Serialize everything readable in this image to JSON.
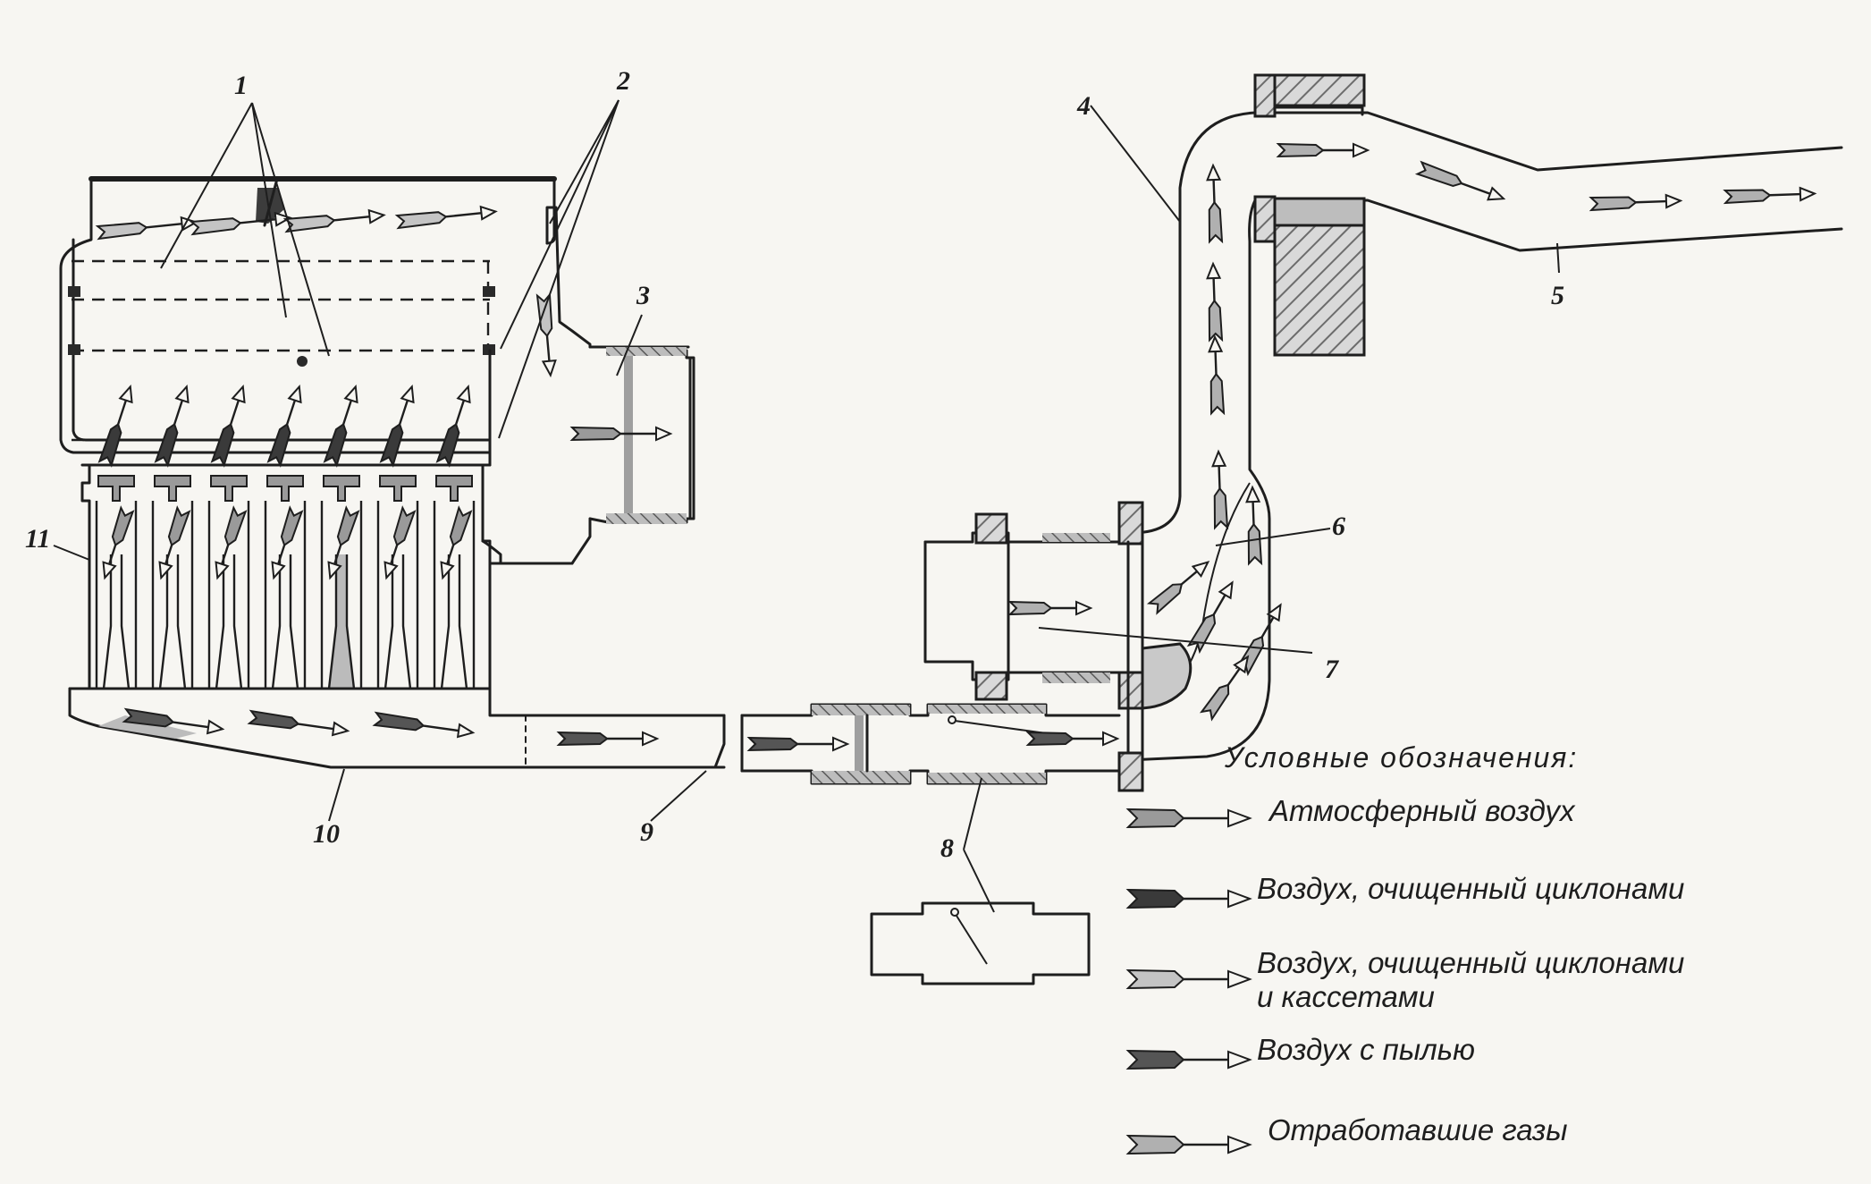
{
  "labels": {
    "l1": "1",
    "l2": "2",
    "l3": "3",
    "l4": "4",
    "l5": "5",
    "l6": "6",
    "l7": "7",
    "l8": "8",
    "l9": "9",
    "l10": "10",
    "l11": "11"
  },
  "legend": {
    "title": "Условные обозначения:",
    "items": [
      {
        "text": "Атмосферный воздух",
        "fill": "#9a9a9a",
        "icon": "atmospheric-air-arrow-icon"
      },
      {
        "text": "Воздух, очищенный циклонами",
        "fill": "#3a3a3a",
        "icon": "cyclone-cleaned-air-arrow-icon"
      },
      {
        "text": "Воздух, очищенный циклонами",
        "text2": "и кассетами",
        "fill": "#c4c4c4",
        "icon": "cassette-cleaned-air-arrow-icon"
      },
      {
        "text": "Воздух с пылью",
        "fill": "#555555",
        "icon": "dusty-air-arrow-icon"
      },
      {
        "text": "Отработавшие газы",
        "fill": "#b0b0b0",
        "icon": "exhaust-gas-arrow-icon"
      }
    ]
  },
  "colors": {
    "line": "#1e1e1e",
    "background": "#f7f6f2",
    "hatch": "#8d8d8d"
  }
}
